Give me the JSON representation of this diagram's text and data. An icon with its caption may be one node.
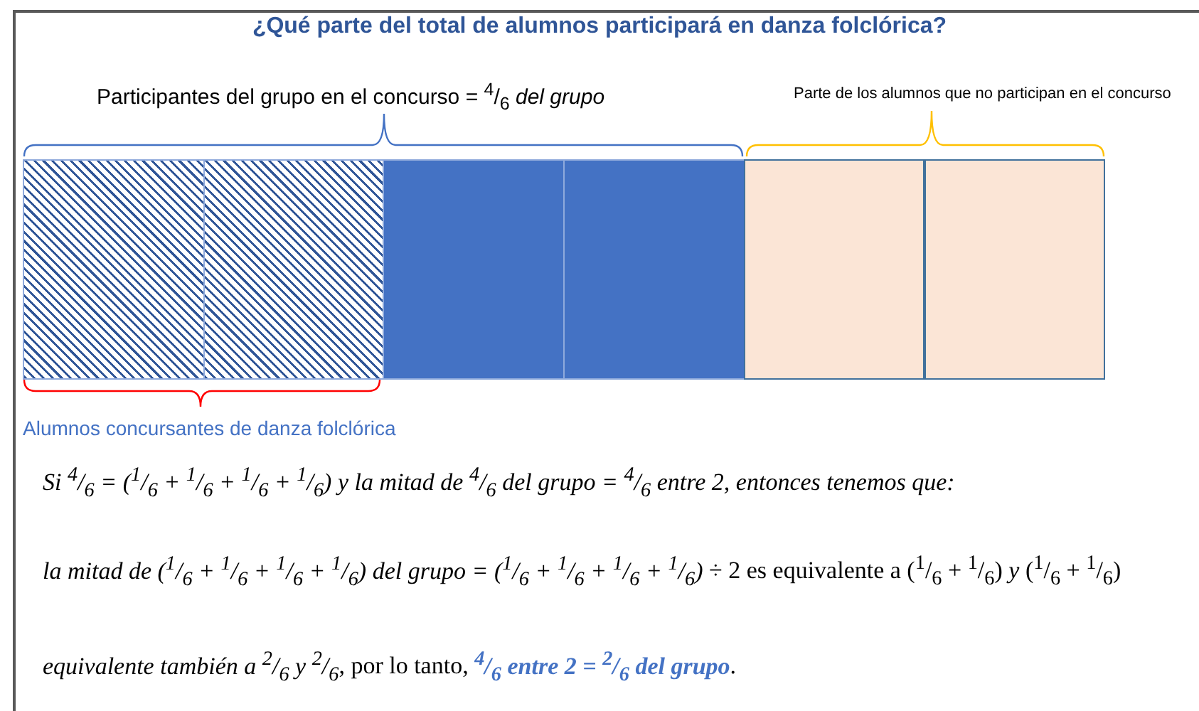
{
  "diagram": {
    "title": "¿Qué parte del total de alumnos participará en danza folclórica?",
    "nodes": [
      {
        "text": [],
        "shape": "bar"
      },
      {
        "text": [],
        "shape": "bar"
      },
      {
        "text": [],
        "shape": "bar"
      },
      {
        "text": [],
        "shape": "bar"
      },
      {
        "text": [],
        "shape": "bar"
      },
      {
        "text": [],
        "shape": "bar"
      }
    ],
    "labels": [
      "Participantes del grupo en el concurso = $^{4}$/$_{6}$ *del grupo*",
      "Parte de los alumnos que no participan en el concurso",
      "Alumnos concursantes de danza folclórica",
      "Si $^{4}$/$_{6}$ = ($^{1}$/$_{6}$ + $^{1}$/$_{6}$ + $^{1}$/$_{6}$ + $^{1}$/$_{6}$) y la mitad de $^{4}$/$_{6}$ del grupo = $^{4}$/$_{6}$ entre 2, entonces tenemos que:",
      "*la mitad de ($^{1}$/$_{6}$ + $^{1}$/$_{6}$ + $^{1}$/$_{6}$ + $^{1}$/$_{6}$) del grupo = ($^{1}$/$_{6}$ + $^{1}$/$_{6}$ + $^{1}$/$_{6}$ + $^{1}$/$_{6}$)* ÷ 2 es equivalente a ($^{1}$/$_{6}$ + $^{1}$/$_{6}$) *y* ($^{1}$/$_{6}$ + $^{1}$/$_{6}$)",
      "*equivalente también a $^{2}$/$_{6}$ y $^{2}$/$_{6}$*, por lo tanto, **$^{4}$/$_{6}$ entre 2 = $^{2}$/$_{6}$ del grupo**."
    ]
  }
}
